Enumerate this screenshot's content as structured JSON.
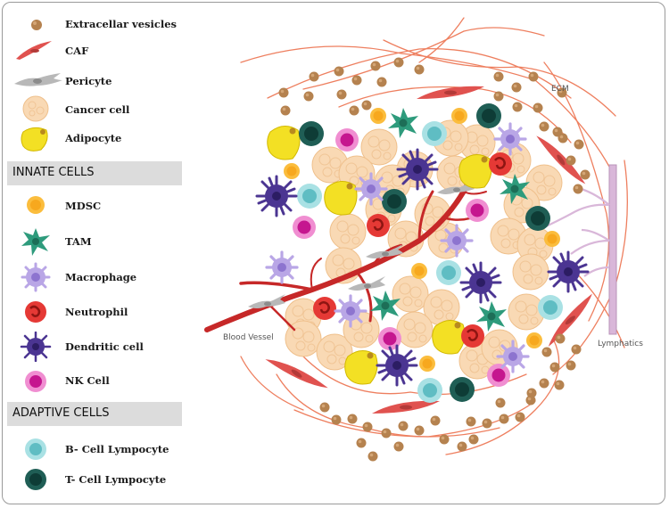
{
  "legend": {
    "general": [
      {
        "label": "Extracellar vesicles",
        "icon": "extracellular-vesicle-icon"
      },
      {
        "label": "CAF",
        "icon": "caf-icon"
      },
      {
        "label": "Pericyte",
        "icon": "pericyte-icon"
      },
      {
        "label": "Cancer cell",
        "icon": "cancer-cell-icon"
      },
      {
        "label": "Adipocyte",
        "icon": "adipocyte-icon"
      }
    ],
    "innate_header": "INNATE CELLS",
    "innate": [
      {
        "label": "MDSC",
        "icon": "mdsc-icon"
      },
      {
        "label": "TAM",
        "icon": "tam-icon"
      },
      {
        "label": "Macrophage",
        "icon": "macrophage-icon"
      },
      {
        "label": "Neutrophil",
        "icon": "neutrophil-icon"
      },
      {
        "label": "Dendritic cell",
        "icon": "dendritic-cell-icon"
      },
      {
        "label": "NK Cell",
        "icon": "nk-cell-icon"
      }
    ],
    "adaptive_header": "ADAPTIVE CELLS",
    "adaptive": [
      {
        "label": "B- Cell Lympocyte",
        "icon": "b-cell-icon"
      },
      {
        "label": "T- Cell Lympocyte",
        "icon": "t-cell-icon"
      }
    ]
  },
  "diagram": {
    "ecm_label": "ECM",
    "blood_vessel_label": "Blood Vessel",
    "lymphatics_label": "Lymphatics"
  },
  "colors": {
    "vesicle": "#b5824f",
    "caf": "#e0524f",
    "pericyte": "#b8b8b8",
    "cancer_cell": "#f9d9b4",
    "adipocyte": "#f3e024",
    "mdsc": "#fbbd3d",
    "tam": "#2e9b7c",
    "macrophage": "#b9a6e6",
    "neutrophil": "#e53935",
    "dendritic": "#4b3592",
    "nk_cell": "#d23fa7",
    "b_cell": "#a9e1e4",
    "t_cell": "#1f5e55",
    "blood_vessel": "#c62828",
    "lymphatic": "#d9b7d9",
    "ecm_fiber": "#ee7f5f"
  }
}
